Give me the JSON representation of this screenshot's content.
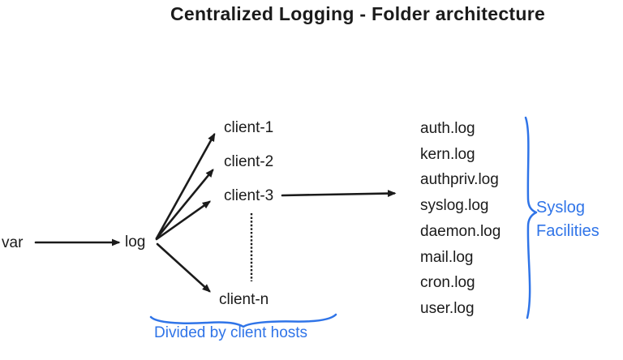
{
  "title": "Centralized Logging - Folder architecture",
  "colors": {
    "accent_blue": "#2f74e8",
    "ink": "#1b1b1b"
  },
  "tree": {
    "root_label": "var",
    "log_label": "log",
    "clients": [
      "client-1",
      "client-2",
      "client-3",
      "client-n"
    ]
  },
  "log_files": [
    "auth.log",
    "kern.log",
    "authpriv.log",
    "syslog.log",
    "daemon.log",
    "mail.log",
    "cron.log",
    "user.log"
  ],
  "annotations": {
    "syslog_facilities": "Syslog\nFacilities",
    "divided_by_client_hosts": "Divided by client hosts"
  }
}
